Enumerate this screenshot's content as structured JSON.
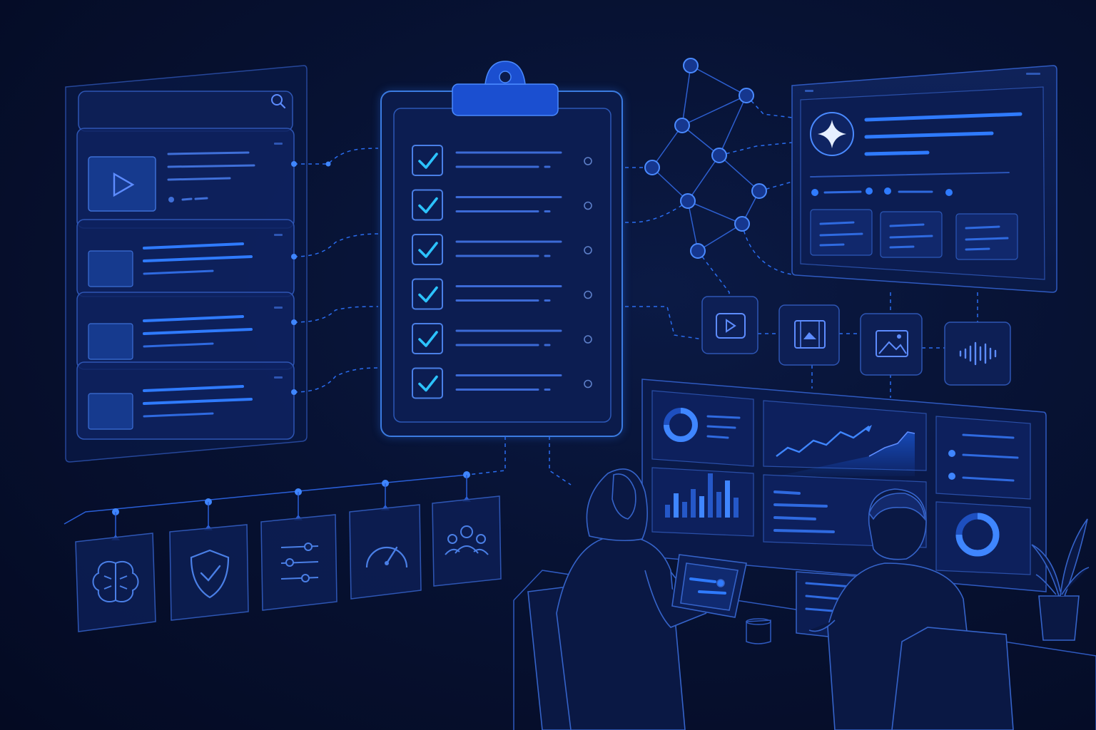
{
  "colors": {
    "background": "#061130",
    "panel_fill": "#0d1f55",
    "panel_stroke": "#2a4fa8",
    "accent": "#1e6bff",
    "accent_bright": "#39b6ff",
    "check": "#2cc3ff",
    "dim_line": "#2b4e9e",
    "figure_stroke": "#3563c9"
  },
  "search_panel": {
    "icon": "search-icon",
    "results": [
      {
        "thumb_icon": "play-icon",
        "featured": true
      },
      {
        "thumb_icon": "thumbnail",
        "featured": false
      },
      {
        "thumb_icon": "thumbnail",
        "featured": false
      },
      {
        "thumb_icon": "thumbnail",
        "featured": false
      }
    ]
  },
  "checklist": {
    "icon": "clipboard-icon",
    "items": [
      {
        "checked": true
      },
      {
        "checked": true
      },
      {
        "checked": true
      },
      {
        "checked": true
      },
      {
        "checked": true
      },
      {
        "checked": true
      }
    ]
  },
  "summary_panel": {
    "icon": "sparkle-icon",
    "cards": 3
  },
  "media_types": [
    {
      "icon": "video-icon"
    },
    {
      "icon": "film-icon"
    },
    {
      "icon": "image-icon"
    },
    {
      "icon": "audio-waveform-icon"
    }
  ],
  "capability_tiles": [
    {
      "icon": "brain-icon"
    },
    {
      "icon": "shield-check-icon"
    },
    {
      "icon": "sliders-icon"
    },
    {
      "icon": "gauge-icon"
    },
    {
      "icon": "team-icon"
    }
  ],
  "analytics_wall": {
    "widgets": [
      "donut-chart",
      "line-chart",
      "list",
      "bar-chart",
      "list",
      "donut-chart"
    ]
  },
  "people": [
    {
      "icon": "woman-with-tablet-icon"
    },
    {
      "icon": "man-at-laptop-icon"
    }
  ]
}
